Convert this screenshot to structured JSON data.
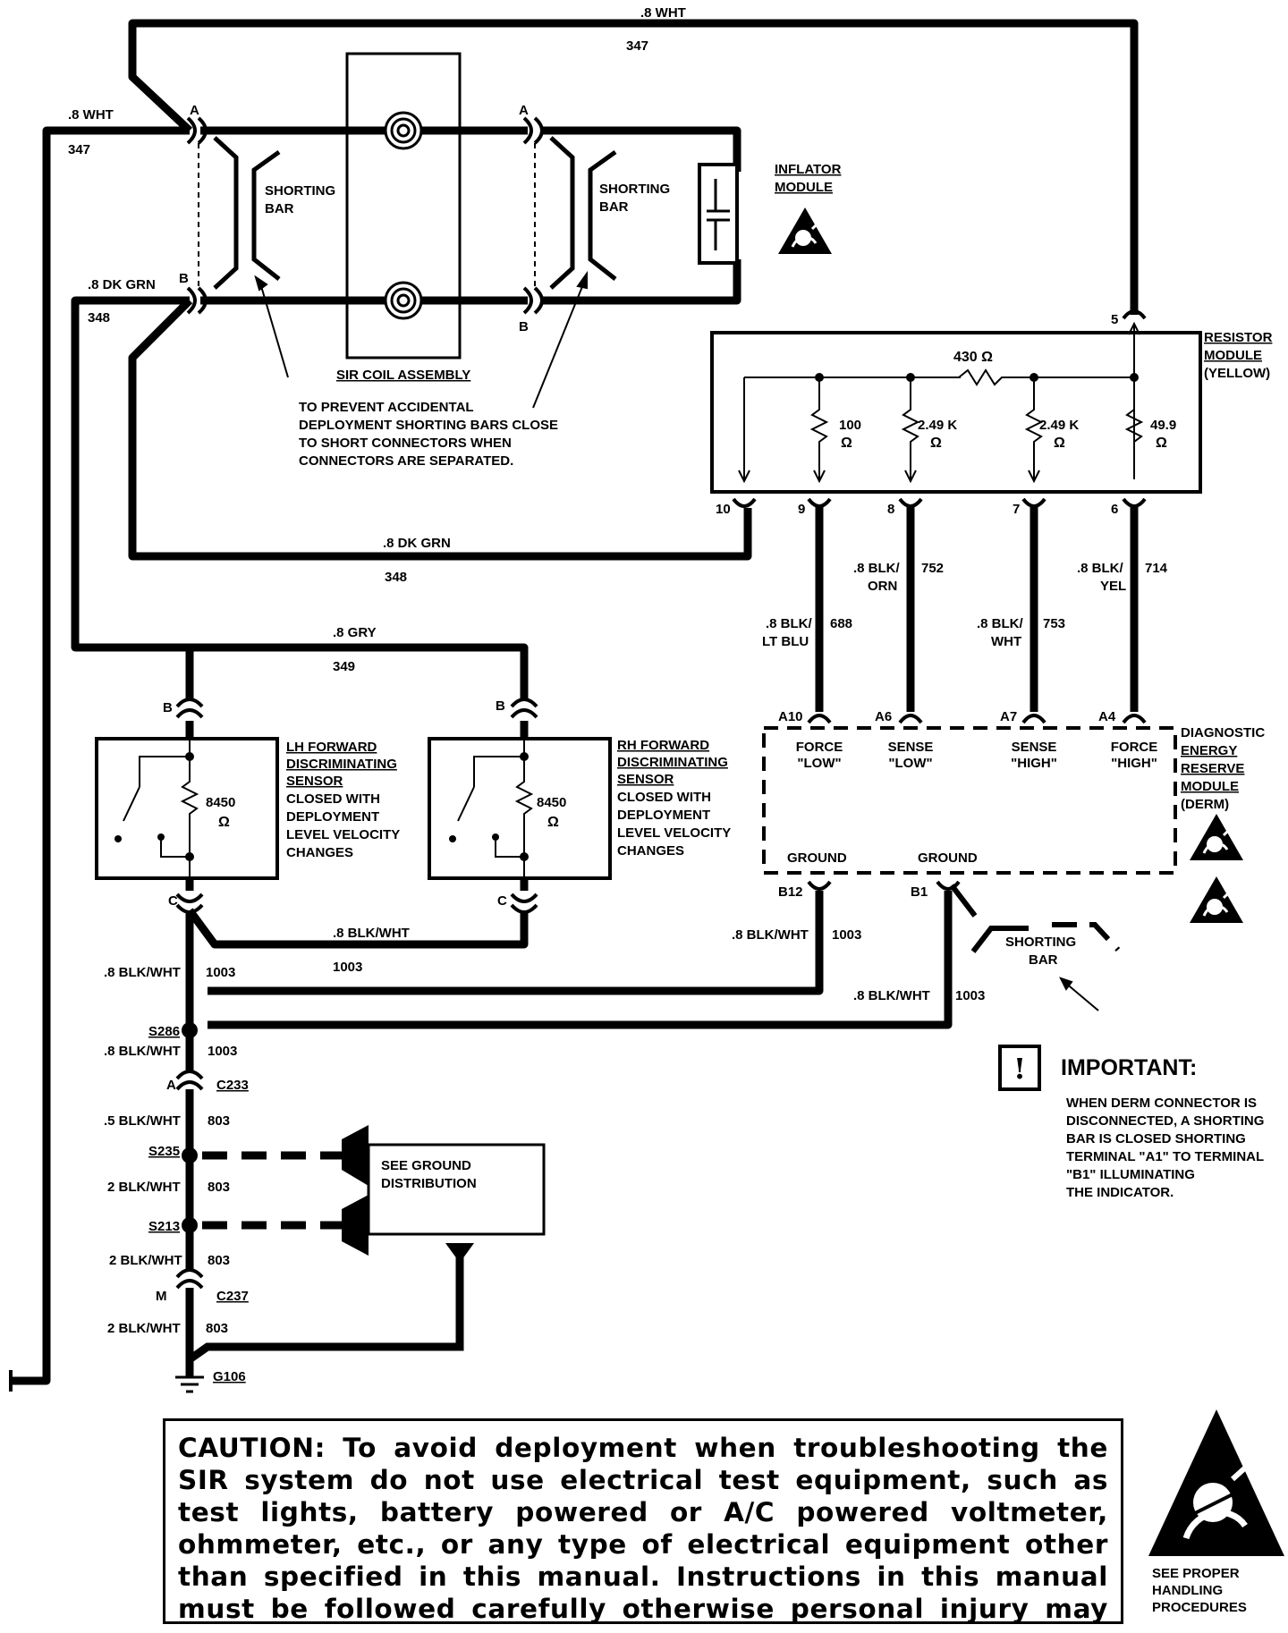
{
  "wires": {
    "top_gauge": ".8 WHT",
    "top_circuit": "347",
    "left_a_gauge": ".8 WHT",
    "left_a_circuit": "347",
    "left_b_gauge": ".8 DK GRN",
    "left_b_circuit": "348",
    "mid_gauge": ".8 DK GRN",
    "mid_circuit": "348",
    "gry_gauge": ".8 GRY",
    "gry_circuit": "349",
    "pin9_gauge_1": ".8 BLK/",
    "pin9_gauge_2": "LT BLU",
    "pin9_circuit": "688",
    "pin8_gauge_1": ".8 BLK/",
    "pin8_gauge_2": "ORN",
    "pin8_circuit": "752",
    "pin7_gauge_1": ".8 BLK/",
    "pin7_gauge_2": "WHT",
    "pin7_circuit": "753",
    "pin6_gauge_1": ".8 BLK/",
    "pin6_gauge_2": "YEL",
    "pin6_circuit": "714",
    "sensors_gnd_gauge": ".8 BLK/WHT",
    "sensors_gnd_circuit": "1003",
    "left_1_gauge": ".8 BLK/WHT",
    "left_1_circuit": "1003",
    "b12_gauge": ".8 BLK/WHT",
    "b12_circuit": "1003",
    "b1_gauge": ".8 BLK/WHT",
    "b1_circuit": "1003",
    "left_2_gauge": ".8 BLK/WHT",
    "left_2_circuit": "1003",
    "left_3_gauge": ".5 BLK/WHT",
    "left_3_circuit": "803",
    "left_4_gauge": "2 BLK/WHT",
    "left_4_circuit": "803",
    "left_5_gauge": "2 BLK/WHT",
    "left_5_circuit": "803",
    "left_6_gauge": "2 BLK/WHT",
    "left_6_circuit": "803"
  },
  "coil": {
    "pin_a_left": "A",
    "pin_b_left": "B",
    "pin_a_right": "A",
    "pin_b_right": "B",
    "shorting_left_1": "SHORTING",
    "shorting_left_2": "BAR",
    "shorting_right_1": "SHORTING",
    "shorting_right_2": "BAR",
    "title": "SIR COIL ASSEMBLY",
    "note": [
      "TO PREVENT ACCIDENTAL",
      "DEPLOYMENT SHORTING BARS CLOSE",
      "TO SHORT CONNECTORS WHEN",
      "CONNECTORS ARE SEPARATED."
    ]
  },
  "inflator": {
    "line1": "INFLATOR",
    "line2": "MODULE"
  },
  "resistor_module": {
    "line1": "RESISTOR",
    "line2": "MODULE",
    "line3": "(YELLOW)",
    "r_top": "430 Ω",
    "r1_value": "100",
    "r1_unit": "Ω",
    "r2_value": "2.49 K",
    "r2_unit": "Ω",
    "r3_value": "2.49 K",
    "r3_unit": "Ω",
    "r4_value": "49.9",
    "r4_unit": "Ω",
    "pin_top": "5",
    "pins": [
      "10",
      "9",
      "8",
      "7",
      "6"
    ]
  },
  "derm": {
    "pins": [
      "A10",
      "A6",
      "A7",
      "A4"
    ],
    "functions": [
      {
        "line1": "FORCE",
        "line2": "\"LOW\""
      },
      {
        "line1": "SENSE",
        "line2": "\"LOW\""
      },
      {
        "line1": "SENSE",
        "line2": "\"HIGH\""
      },
      {
        "line1": "FORCE",
        "line2": "\"HIGH\""
      }
    ],
    "ground_1": "GROUND",
    "ground_2": "GROUND",
    "pin_b12": "B12",
    "pin_b1": "B1",
    "title": [
      "DIAGNOSTIC",
      "ENERGY",
      "RESERVE",
      "MODULE",
      "(DERM)"
    ],
    "shorting_1": "SHORTING",
    "shorting_2": "BAR"
  },
  "lh_sensor": {
    "pin_top": "B",
    "pin_bottom": "C",
    "resistance": "8450",
    "unit": "Ω",
    "label": [
      "LH FORWARD",
      "DISCRIMINATING",
      "SENSOR",
      "CLOSED WITH",
      "DEPLOYMENT",
      "LEVEL VELOCITY",
      "CHANGES"
    ]
  },
  "rh_sensor": {
    "pin_top": "B",
    "pin_bottom": "C",
    "resistance": "8450",
    "unit": "Ω",
    "label": [
      "RH FORWARD",
      "DISCRIMINATING",
      "SENSOR",
      "CLOSED WITH",
      "DEPLOYMENT",
      "LEVEL VELOCITY",
      "CHANGES"
    ]
  },
  "ground_path": {
    "splice_1": "S286",
    "connector_1_pin": "A",
    "connector_1": "C233",
    "splice_2": "S235",
    "splice_3": "S213",
    "connector_2_pin": "M",
    "connector_2": "C237",
    "ground": "G106",
    "distribution_1": "SEE GROUND",
    "distribution_2": "DISTRIBUTION"
  },
  "important": {
    "icon": "exclamation-icon",
    "title": "IMPORTANT:",
    "lines": [
      "WHEN DERM CONNECTOR IS",
      "DISCONNECTED, A SHORTING",
      "BAR IS CLOSED SHORTING",
      "TERMINAL \"A1\" TO TERMINAL",
      "\"B1\" ILLUMINATING",
      "THE INDICATOR."
    ]
  },
  "caution": {
    "text": "CAUTION:  To avoid deployment when troubleshooting the SIR system do not use electrical test equipment, such as test lights, battery powered or A/C powered voltmeter, ohmmeter, etc., or any type of electrical equipment other than specified in this manual. Instructions in this manual must be followed carefully otherwise personal injury may result.",
    "handling": [
      "SEE PROPER",
      "HANDLING",
      "PROCEDURES"
    ]
  }
}
